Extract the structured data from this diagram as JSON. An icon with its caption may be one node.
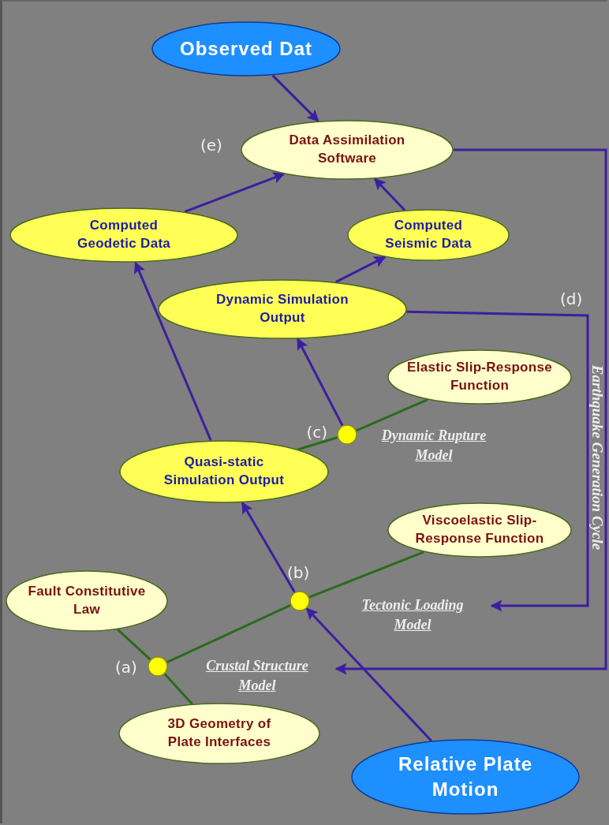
{
  "diagram": {
    "nodes": [
      {
        "text": [
          "Observed Dat"
        ]
      },
      {
        "text": [
          "Data Assimilation Software"
        ],
        "beside": [
          "(e)"
        ]
      },
      {
        "text": [
          "Computed Geodetic Data"
        ]
      },
      {
        "text": [
          "Computed Seismic Data"
        ]
      },
      {
        "text": [
          "Dynamic Simulation Output"
        ]
      },
      {
        "text": [
          "Elastic Slip-Response Function"
        ]
      },
      {
        "text": [],
        "shape": "circle"
      },
      {
        "text": [
          "Dynamic Rupture Model"
        ]
      },
      {
        "text": [
          "Quasi-static Simulation Output"
        ]
      },
      {
        "text": [
          "Viscoelastic Slip-Response Function"
        ]
      },
      {
        "text": [],
        "shape": "circle",
        "beside": [
          "(b)"
        ]
      },
      {
        "text": [
          "Fault Constitutive Law"
        ]
      },
      {
        "text": [
          "Tectonic Loading Model"
        ]
      },
      {
        "text": [],
        "shape": "circle",
        "beside": [
          "(a)"
        ]
      },
      {
        "text": [
          "Crustal Structure Model"
        ]
      },
      {
        "text": [
          "3D Geometry of Plate Interfaces"
        ]
      },
      {
        "text": [
          "Relative Plate Motion"
        ]
      }
    ],
    "edges": [
      {
        "from": 0,
        "to": 1,
        "arrow": "to"
      },
      {
        "from": 2,
        "to": 1,
        "arrow": "to"
      },
      {
        "from": 3,
        "to": 1,
        "arrow": "to"
      },
      {
        "from": 4,
        "to": 3,
        "arrow": "to"
      },
      {
        "from": 8,
        "to": 2,
        "arrow": "to"
      },
      {
        "from": 6,
        "to": 4,
        "arrow": "to"
      },
      {
        "from": 6,
        "to": 5,
        "arrow": "none",
        "color": "#2b6a1c"
      },
      {
        "from": 6,
        "to": 8,
        "arrow": "none",
        "color": "#2b6a1c"
      },
      {
        "from": 10,
        "to": 8,
        "arrow": "to"
      },
      {
        "from": 10,
        "to": 9,
        "arrow": "none",
        "color": "#2b6a1c"
      },
      {
        "from": 13,
        "to": 10,
        "arrow": "none",
        "color": "#2b6a1c"
      },
      {
        "from": 16,
        "to": 10,
        "arrow": "to"
      },
      {
        "from": 13,
        "to": 11,
        "arrow": "none",
        "color": "#2b6a1c"
      },
      {
        "from": 13,
        "to": 15,
        "arrow": "none",
        "color": "#2b6a1c"
      },
      {
        "from": 4,
        "to": 12,
        "arrow": "to",
        "label": "(d)"
      },
      {
        "from": 1,
        "to": 14,
        "arrow": "to"
      }
    ],
    "labels": [
      "(c)",
      "Earthquake Generation Cycle"
    ]
  }
}
